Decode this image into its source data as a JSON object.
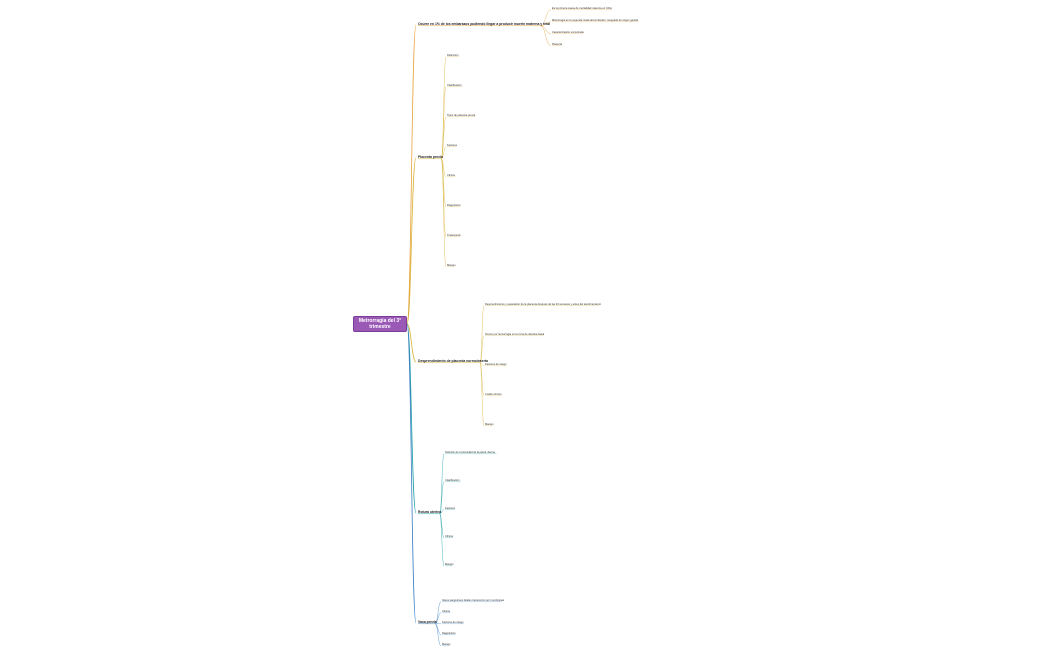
{
  "root": {
    "title": "Metrorragia del 3° trimestre"
  },
  "colors": {
    "root": "#9b59b6",
    "edge_cat": "#e8a33d",
    "edge_orange": "#e8a33d",
    "edge_teal": "#1f9fa8",
    "edge_yellow": "#d9b43a",
    "edge_blue": "#3b7fc4"
  },
  "branches": [
    {
      "label": "Ocurre en 1% de los embarazos pudiendo llegar a producir muerte materna y fetal",
      "children": [
        "Es la primera causa de mortalidad materna en Chile",
        "Metrorragia en la segunda mitad del embarazo: sangrado de origen genital",
        "Caracterización encontrada",
        "Placenta"
      ]
    },
    {
      "label": "Placenta previa",
      "children": [
        "Definición",
        "Clasificación",
        "Tipos de placenta previa",
        "Factores",
        "Clínica",
        "Diagnóstico",
        "Tratamiento",
        "Manejo"
      ]
    },
    {
      "label": "Desprendimiento de placenta normoinserta",
      "children": [
        "Desprendimiento y separación de la placenta después de las 20 semanas y antes del alumbramiento",
        "Ocurre por hemorragia en la zona de decidua basal",
        "Factores de riesgo",
        "Cuadro clínico",
        "Manejo"
      ]
    },
    {
      "label": "Rotura uterina",
      "children": [
        "Solución de continuidad de la pared uterina",
        "Clasificación",
        "Factores",
        "Clínica",
        "Manejo"
      ]
    },
    {
      "label": "Vasa previa",
      "children": [
        "Vasos sanguíneos fetales transcurren por membranas",
        "Clínica",
        "Factores de riesgo",
        "Diagnóstico",
        "Manejo"
      ]
    }
  ]
}
